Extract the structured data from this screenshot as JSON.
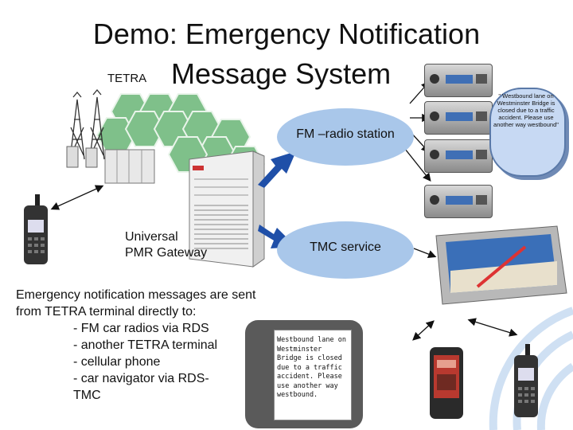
{
  "title": {
    "line1": "Demo: Emergency Notification",
    "line2": "Message System"
  },
  "tetra_label": "TETRA",
  "fm_station_label": "FM –radio station",
  "tmc_service_label": "TMC service",
  "gateway_label": {
    "line1": "Universal",
    "line2": "PMR Gateway"
  },
  "description": {
    "line1": "Emergency notification messages are sent",
    "line2": "from TETRA terminal directly to:",
    "items": [
      "- FM car radios via RDS",
      "- another TETRA terminal",
      "- cellular phone",
      "- car navigator via RDS-"
    ],
    "item_cont": "TMC"
  },
  "bubble_text": "\" Westbound lane on Westminster Bridge is closed due to a traffic accident. Please use another way westbound\"",
  "terminal_message": "Westbound lane on Westminster Bridge is closed due to a traffic accident. Please use another way westbound.",
  "colors": {
    "ellipse": "#a9c7ea",
    "arrow": "#1f4fa8",
    "hex": "#7fc08a",
    "bubble": "#c7d9f3"
  },
  "icons": [
    "tetra-antenna-icon",
    "cellular-hex-network-icon",
    "tetra-handset-icon",
    "gateway-server-icon",
    "car-radio-icon",
    "gps-navigator-icon",
    "mobile-phone-icon",
    "signal-waves-icon"
  ]
}
